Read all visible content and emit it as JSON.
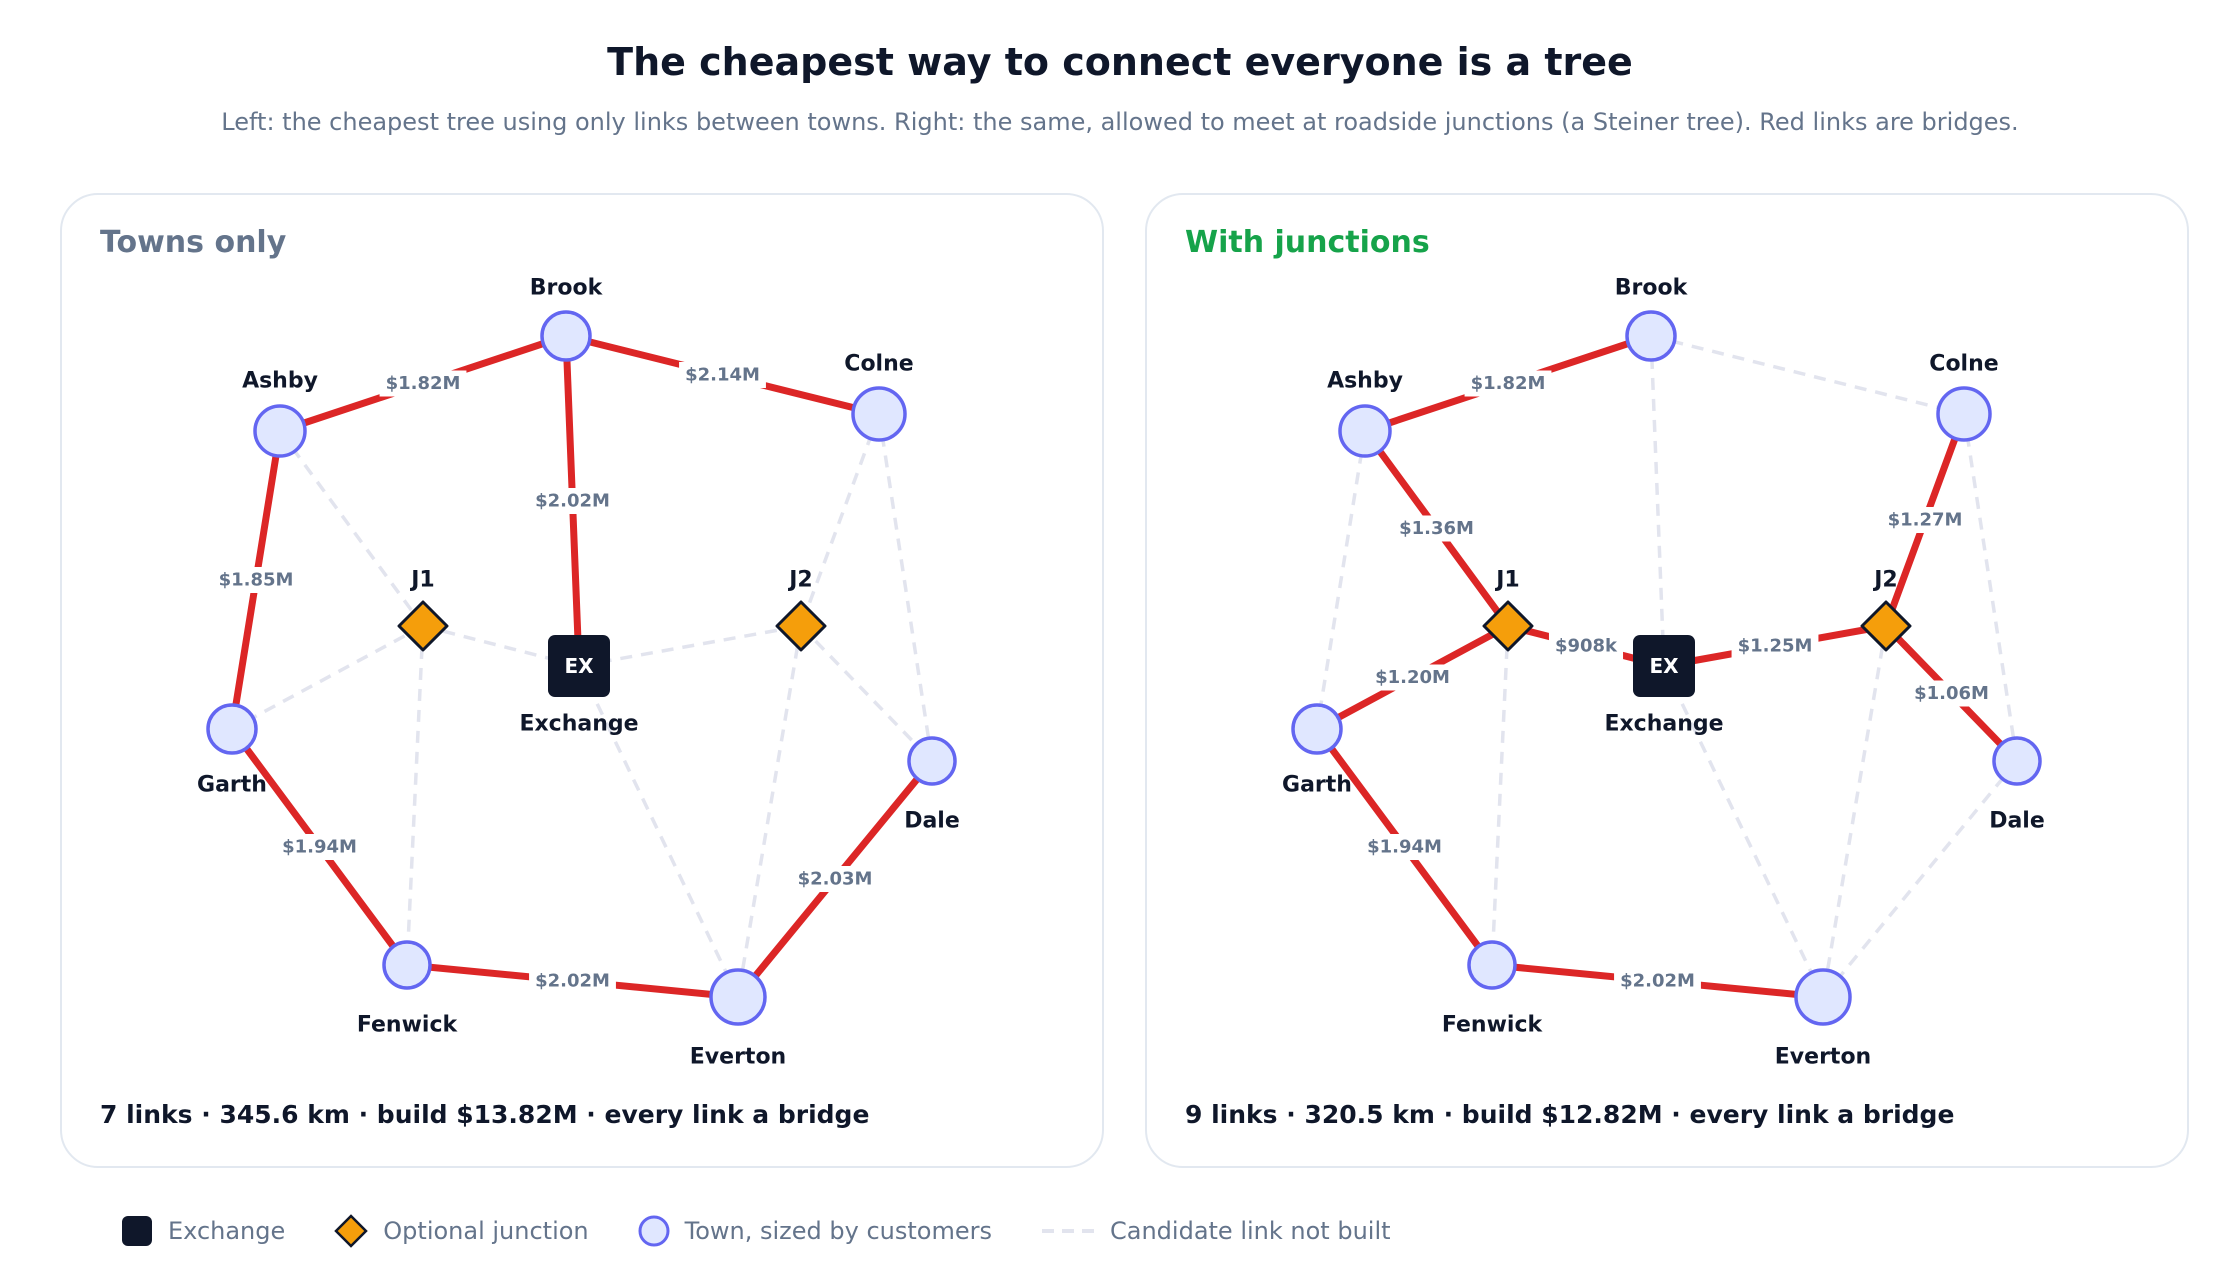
{
  "title": "The cheapest way to connect everyone is a tree",
  "subtitle": "Left: the cheapest tree using only links between towns. Right: the same, allowed to meet at roadside junctions (a Steiner tree). Red links are bridges.",
  "colors": {
    "built": "#dc2626",
    "candidate": "#e2e4ee",
    "town_fill": "#e0e7ff",
    "town_stroke": "#6366f1",
    "junction_fill": "#f59e0b",
    "exchange_fill": "#0f172a"
  },
  "panels": [
    {
      "id": "left",
      "title": "Towns only",
      "summary": "7 links · 345.6 km · build $13.82M · every link a bridge",
      "nodes": [
        {
          "id": "Brook",
          "label": "Brook",
          "kind": "town"
        },
        {
          "id": "Ashby",
          "label": "Ashby",
          "kind": "town"
        },
        {
          "id": "Colne",
          "label": "Colne",
          "kind": "town"
        },
        {
          "id": "J1",
          "label": "J1",
          "kind": "junction"
        },
        {
          "id": "J2",
          "label": "J2",
          "kind": "junction"
        },
        {
          "id": "EX",
          "label": "Exchange",
          "badge": "EX",
          "kind": "exchange"
        },
        {
          "id": "Garth",
          "label": "Garth",
          "kind": "town"
        },
        {
          "id": "Dale",
          "label": "Dale",
          "kind": "town"
        },
        {
          "id": "Fenwick",
          "label": "Fenwick",
          "kind": "town"
        },
        {
          "id": "Everton",
          "label": "Everton",
          "kind": "town"
        }
      ],
      "edges": [
        {
          "from": "Ashby",
          "to": "Brook",
          "built": true,
          "label": "$1.82M"
        },
        {
          "from": "Brook",
          "to": "Colne",
          "built": true,
          "label": "$2.14M"
        },
        {
          "from": "Brook",
          "to": "EX",
          "built": true,
          "label": "$2.02M"
        },
        {
          "from": "Ashby",
          "to": "Garth",
          "built": true,
          "label": "$1.85M"
        },
        {
          "from": "Garth",
          "to": "Fenwick",
          "built": true,
          "label": "$1.94M"
        },
        {
          "from": "Fenwick",
          "to": "Everton",
          "built": true,
          "label": "$2.02M"
        },
        {
          "from": "Everton",
          "to": "Dale",
          "built": true,
          "label": "$2.03M"
        },
        {
          "from": "Ashby",
          "to": "J1",
          "built": false
        },
        {
          "from": "J1",
          "to": "EX",
          "built": false
        },
        {
          "from": "J1",
          "to": "Garth",
          "built": false
        },
        {
          "from": "J1",
          "to": "Fenwick",
          "built": false
        },
        {
          "from": "EX",
          "to": "J2",
          "built": false
        },
        {
          "from": "EX",
          "to": "Everton",
          "built": false
        },
        {
          "from": "Colne",
          "to": "J2",
          "built": false
        },
        {
          "from": "Colne",
          "to": "Dale",
          "built": false
        },
        {
          "from": "J2",
          "to": "Dale",
          "built": false
        },
        {
          "from": "J2",
          "to": "Everton",
          "built": false
        }
      ]
    },
    {
      "id": "right",
      "title": "With junctions",
      "summary": "9 links · 320.5 km · build $12.82M · every link a bridge",
      "nodes": [
        {
          "id": "Brook",
          "label": "Brook",
          "kind": "town"
        },
        {
          "id": "Ashby",
          "label": "Ashby",
          "kind": "town"
        },
        {
          "id": "Colne",
          "label": "Colne",
          "kind": "town"
        },
        {
          "id": "J1",
          "label": "J1",
          "kind": "junction"
        },
        {
          "id": "J2",
          "label": "J2",
          "kind": "junction"
        },
        {
          "id": "EX",
          "label": "Exchange",
          "badge": "EX",
          "kind": "exchange"
        },
        {
          "id": "Garth",
          "label": "Garth",
          "kind": "town"
        },
        {
          "id": "Dale",
          "label": "Dale",
          "kind": "town"
        },
        {
          "id": "Fenwick",
          "label": "Fenwick",
          "kind": "town"
        },
        {
          "id": "Everton",
          "label": "Everton",
          "kind": "town"
        }
      ],
      "edges": [
        {
          "from": "Ashby",
          "to": "Brook",
          "built": true,
          "label": "$1.82M"
        },
        {
          "from": "Ashby",
          "to": "J1",
          "built": true,
          "label": "$1.36M"
        },
        {
          "from": "J1",
          "to": "EX",
          "built": true,
          "label": "$908k"
        },
        {
          "from": "J1",
          "to": "Garth",
          "built": true,
          "label": "$1.20M"
        },
        {
          "from": "EX",
          "to": "J2",
          "built": true,
          "label": "$1.25M"
        },
        {
          "from": "Colne",
          "to": "J2",
          "built": true,
          "label": "$1.27M"
        },
        {
          "from": "J2",
          "to": "Dale",
          "built": true,
          "label": "$1.06M"
        },
        {
          "from": "Garth",
          "to": "Fenwick",
          "built": true,
          "label": "$1.94M"
        },
        {
          "from": "Fenwick",
          "to": "Everton",
          "built": true,
          "label": "$2.02M"
        },
        {
          "from": "Brook",
          "to": "Colne",
          "built": false
        },
        {
          "from": "Brook",
          "to": "EX",
          "built": false
        },
        {
          "from": "Ashby",
          "to": "Garth",
          "built": false
        },
        {
          "from": "J1",
          "to": "Fenwick",
          "built": false
        },
        {
          "from": "EX",
          "to": "Everton",
          "built": false
        },
        {
          "from": "J2",
          "to": "Everton",
          "built": false
        },
        {
          "from": "Colne",
          "to": "Dale",
          "built": false
        },
        {
          "from": "Dale",
          "to": "Everton",
          "built": false
        }
      ]
    }
  ],
  "legend": [
    {
      "key": "exchange",
      "label": "Exchange"
    },
    {
      "key": "junction",
      "label": "Optional junction"
    },
    {
      "key": "town",
      "label": "Town, sized by customers"
    },
    {
      "key": "candidate",
      "label": "Candidate link not built"
    }
  ]
}
